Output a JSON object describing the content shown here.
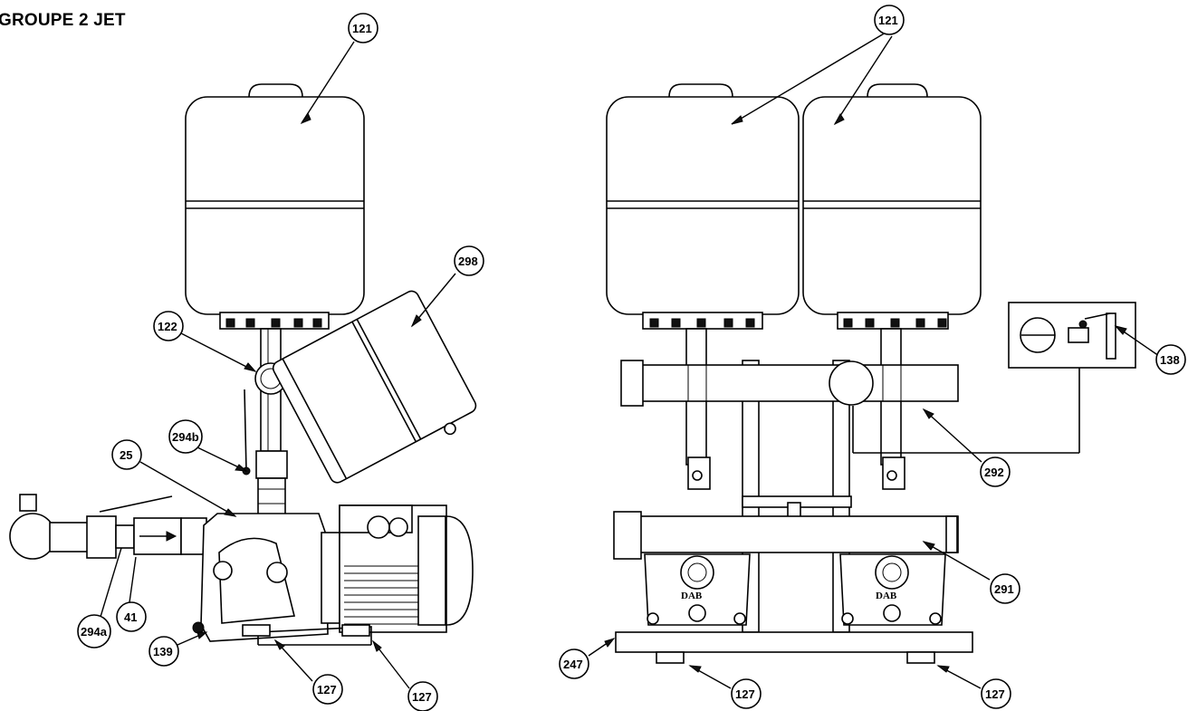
{
  "title": "GROUPE 2 JET",
  "callouts": {
    "tank_left": "121",
    "tank_right": "121",
    "control_box": "298",
    "elbow_tee": "122",
    "valve_294b": "294b",
    "fitting_25": "25",
    "valve_294a": "294a",
    "check_valve": "41",
    "pump_body": "139",
    "foot_left_1": "127",
    "foot_left_2": "127",
    "detail": "138",
    "collector_top": "292",
    "collector_bottom": "291",
    "base": "247",
    "foot_right_1": "127",
    "foot_right_2": "127"
  },
  "brand_marks": {
    "pump_a": "DAB",
    "pump_b": "DAB"
  }
}
